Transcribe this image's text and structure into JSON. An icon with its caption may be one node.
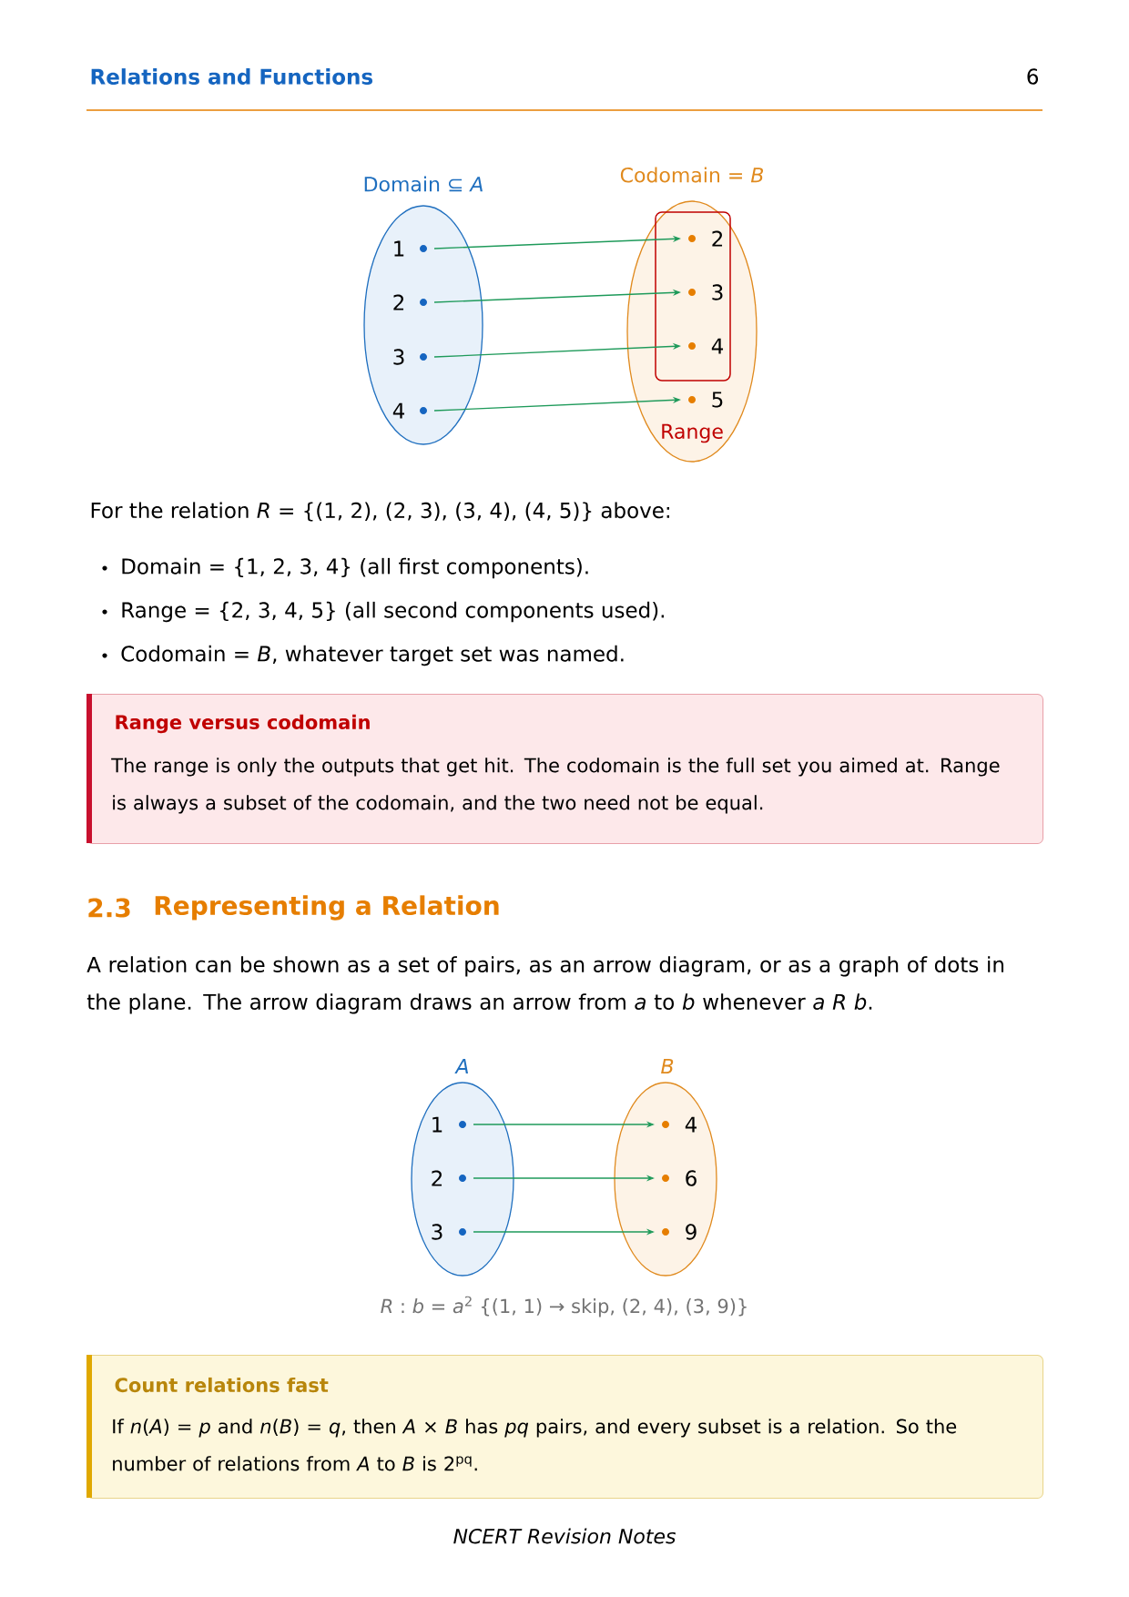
{
  "diagram": {
    "title": "Relations and Functions",
    "nodes": [
      {
        "text": [
          "Domain ⊆ *A*"
        ]
      },
      {
        "text": [
          "1"
        ],
        "in": 0
      },
      {
        "text": [
          "2"
        ],
        "in": 0
      },
      {
        "text": [
          "3"
        ],
        "in": 0
      },
      {
        "text": [
          "4"
        ],
        "in": 0
      },
      {
        "text": [
          "Codomain = *B*"
        ]
      },
      {
        "text": [
          "Range"
        ],
        "in": 5
      },
      {
        "text": [
          "2"
        ],
        "in": 6
      },
      {
        "text": [
          "3"
        ],
        "in": 6
      },
      {
        "text": [
          "4"
        ],
        "in": 6
      },
      {
        "text": [
          "5"
        ],
        "in": 5
      },
      {
        "text": [
          "*A*"
        ]
      },
      {
        "text": [
          "1"
        ],
        "in": 11
      },
      {
        "text": [
          "2"
        ],
        "in": 11
      },
      {
        "text": [
          "3"
        ],
        "in": 11
      },
      {
        "text": [
          "*B*"
        ]
      },
      {
        "text": [
          "4"
        ],
        "in": 15
      },
      {
        "text": [
          "6"
        ],
        "in": 15
      },
      {
        "text": [
          "9"
        ],
        "in": 15
      },
      {
        "text": [
          "Range versus codomain",
          "The range is only the outputs that get hit. The codomain is the full set you aimed at. Range is always a subset of the codomain, and the two need not be equal."
        ]
      },
      {
        "text": [
          "Count relations fast",
          "If *n*(*A*) = *p* and *n*(*B*) = *q*, then *A* × *B* has *pq* pairs, and every subset is a relation. So the number of relations from *A* to *B* is 2$^{pq}$."
        ]
      }
    ],
    "edges": [
      {
        "from": 1,
        "to": 7,
        "arrow": "to"
      },
      {
        "from": 2,
        "to": 8,
        "arrow": "to"
      },
      {
        "from": 3,
        "to": 9,
        "arrow": "to"
      },
      {
        "from": 4,
        "to": 10,
        "arrow": "to"
      },
      {
        "from": 12,
        "to": 16,
        "arrow": "to"
      },
      {
        "from": 13,
        "to": 17,
        "arrow": "to"
      },
      {
        "from": 14,
        "to": 18,
        "arrow": "to"
      }
    ],
    "labels": [
      "6",
      "For the relation *R* = {(1, 2), (2, 3), (3, 4), (4, 5)} above:",
      "Domain = {1, 2, 3, 4} (all first components).",
      "Range = {2, 3, 4, 5} (all second components used).",
      "Codomain = *B*, whatever target set was named.",
      "2.3",
      "Representing a Relation",
      "A relation can be shown as a set of pairs, as an arrow diagram, or as a graph of dots in the plane. The arrow diagram draws an arrow from *a* to *b* whenever *a R b*.",
      "*R* : *b* = *a*$^{2}$ {(1, 1) → skip, (2, 4), (3, 9)}",
      "NCERT Revision Notes"
    ]
  }
}
